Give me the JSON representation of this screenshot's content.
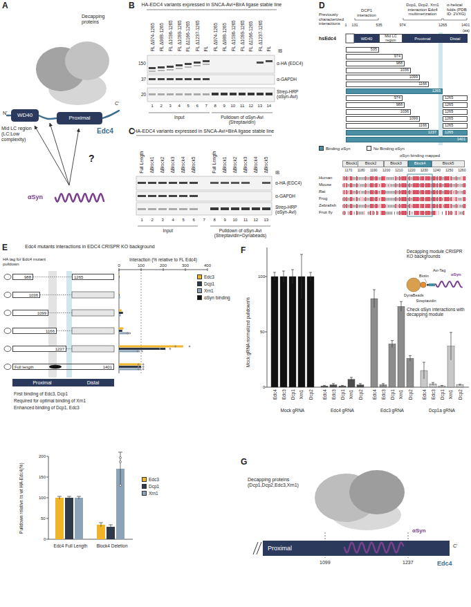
{
  "diagram": {
    "nodes": [
      {
        "text": [
          "WD40"
        ]
      },
      {
        "text": [
          "Proximal"
        ]
      },
      {
        "text": [
          "WD40"
        ]
      },
      {
        "text": [
          "Mid LC region"
        ]
      },
      {
        "text": [
          "Proximal"
        ]
      },
      {
        "text": [
          "Distal"
        ]
      },
      {
        "text": [
          "535"
        ]
      },
      {
        "text": [
          "974"
        ]
      },
      {
        "text": [
          "988"
        ]
      },
      {
        "text": [
          "1036"
        ]
      },
      {
        "text": [
          "1099"
        ]
      },
      {
        "text": [
          "1166"
        ]
      },
      {
        "text": [
          "1265"
        ]
      },
      {
        "text": [
          "974"
        ]
      },
      {
        "text": [
          "1265"
        ]
      },
      {
        "text": [
          "988"
        ]
      },
      {
        "text": [
          "1265"
        ]
      },
      {
        "text": [
          "1036"
        ]
      },
      {
        "text": [
          "1265"
        ]
      },
      {
        "text": [
          "1099"
        ]
      },
      {
        "text": [
          "1265"
        ]
      },
      {
        "text": [
          "1166"
        ]
      },
      {
        "text": [
          "1265"
        ]
      },
      {
        "text": [
          "1237"
        ]
      },
      {
        "text": [
          "1265"
        ]
      },
      {
        "text": [
          "1401"
        ]
      },
      {
        "text": [
          "Block1"
        ]
      },
      {
        "text": [
          "Block2"
        ]
      },
      {
        "text": [
          "Block3"
        ]
      },
      {
        "text": [
          "Block4"
        ]
      },
      {
        "text": [
          "Block5"
        ]
      },
      {
        "text": [
          "988"
        ]
      },
      {
        "text": [
          "1265"
        ]
      },
      {
        "text": [
          "1036"
        ]
      },
      {
        "text": [
          "1099"
        ]
      },
      {
        "text": [
          "1166"
        ]
      },
      {
        "text": [
          "1237"
        ]
      },
      {
        "text": [
          "Full length",
          "1401"
        ]
      },
      {
        "text": [
          "Proximal"
        ]
      },
      {
        "text": [
          "Distal"
        ]
      },
      {
        "text": [
          "Proximal"
        ]
      }
    ],
    "labels": [
      "A",
      "Decapping proteins",
      "N'",
      "Mid LC region (LC:Low complexity)",
      "C'",
      "Edc4",
      "?",
      "αSyn",
      "B",
      "HA-EDC4 variants expressed in SNCA-Avi+BirA ligase stable line",
      "FL Δ974-1265",
      "FL Δ988-1265",
      "FL Δ1036-1265",
      "FL Δ1099-1265",
      "FL Δ1166-1265",
      "FL Δ1237-1265",
      "FL",
      "FL Δ974-1265",
      "FL Δ988-1265",
      "FL Δ1036-1265",
      "FL Δ1099-1265",
      "FL Δ1166-1265",
      "FL Δ1237-1265",
      "FL",
      "IB",
      "150",
      "37",
      "20",
      "α-HA (EDC4)",
      "α-GAPDH",
      "Strep-HRP (αSyn-Avi)",
      "1",
      "2",
      "3",
      "4",
      "5",
      "6",
      "7",
      "8",
      "9",
      "10",
      "11",
      "12",
      "13",
      "14",
      "Input",
      "Pulldown of αSyn-Avi (Streptavidin)",
      "C",
      "HA-EDC4 variants expressed in SNCA-Avi+BirA ligase stable line",
      "Full Length",
      "ΔBlock1",
      "ΔBlock2",
      "ΔBlock3",
      "ΔBlock4",
      "ΔBlock5",
      "Full Length",
      "ΔBlock1",
      "ΔBlock2",
      "ΔBlock3",
      "ΔBlock4",
      "ΔBlock5",
      "IB",
      "α-HA (EDC4)",
      "α-GAPDH",
      "Strep-HRP (αSyn-Avi)",
      "1",
      "2",
      "3",
      "4",
      "5",
      "6",
      "7",
      "8",
      "9",
      "10",
      "11",
      "12",
      "13",
      "Input",
      "Pulldown of αSyn-Avi (Streptavidin+Dynabeads)",
      "D",
      "Previously characterized interactions",
      "DCP1 interaction",
      "Dcp1, Dcp2, Xrn1 interaction Edc4 multimerization",
      "α-helical folds (PDB ID: 2VXG)",
      "1",
      "131",
      "535",
      "974",
      "1265",
      "1401",
      "(aa)",
      "hsEdc4",
      "αSyn binding mapped",
      "1170",
      "1180",
      "1190",
      "1200",
      "1210",
      "1220",
      "1230",
      "1240",
      "1250",
      "1260",
      "Human",
      "Mouse",
      "Rat",
      "Frog",
      "Zebrafish",
      "Fruit fly",
      "E",
      "Edc4 mutants interactions in EDC4 CRISPR KO background",
      "HA tag for Edc4 mutant pulldown",
      "Interaction (% relative to FL Edc4)",
      "0",
      "100",
      "200",
      "300",
      "400",
      "First binding of Edc3, Dcp1",
      "Required for optimal binding of Xrn1",
      "Enhanced binding of Dcp1, Edc3",
      "Pulldown relative to wt HA-Edc4(%)",
      "0",
      "50",
      "100",
      "150",
      "200",
      "Edc4 Full Length",
      "Block4 Deletion",
      "F",
      "Mock gRNA normalized pulldown%",
      "0",
      "50",
      "100",
      "Edc4",
      "Edc3",
      "Dcp1",
      "Xrn1",
      "Dcp2",
      "Edc4",
      "Edc3",
      "Dcp1",
      "Xrn1",
      "Dcp2",
      "Edc4",
      "Edc3",
      "Dcp1",
      "Xrn1",
      "Dcp2",
      "Edc4",
      "Edc3",
      "Dcp1",
      "Xrn1",
      "Dcp2",
      "Mock gRNA",
      "Edc4 gRNA",
      "Edc3 gRNA",
      "Dcp1a gRNA",
      "Decapping module CRISPR KO backgrounds",
      "Check αSyn interactions with decapping module",
      "Avi-Tag",
      "Biotin",
      "Streptavidin",
      "DynaBeads",
      "αSyn",
      "G",
      "Decapping proteins (Dcp1,Dcp2,Edc3,Xrn1)",
      "αSyn",
      "C'",
      "Edc4",
      "1099",
      "1237"
    ],
    "legend": [
      {
        "text": "Binding αSyn",
        "color": "#4a8fa3"
      },
      {
        "text": "No Binding αSyn",
        "color": "#ffffff"
      },
      {
        "text": "Edc3",
        "color": "#f0b429"
      },
      {
        "text": "Dcp1",
        "color": "#2e3a4a"
      },
      {
        "text": "Xrn1",
        "color": "#8da4b8"
      },
      {
        "text": "αSyn binding",
        "color": "#111111"
      },
      {
        "text": "Edc3",
        "color": "#f0b429"
      },
      {
        "text": "Dcp1",
        "color": "#2e3a4a"
      },
      {
        "text": "Xrn1",
        "color": "#8da4b8"
      }
    ]
  }
}
